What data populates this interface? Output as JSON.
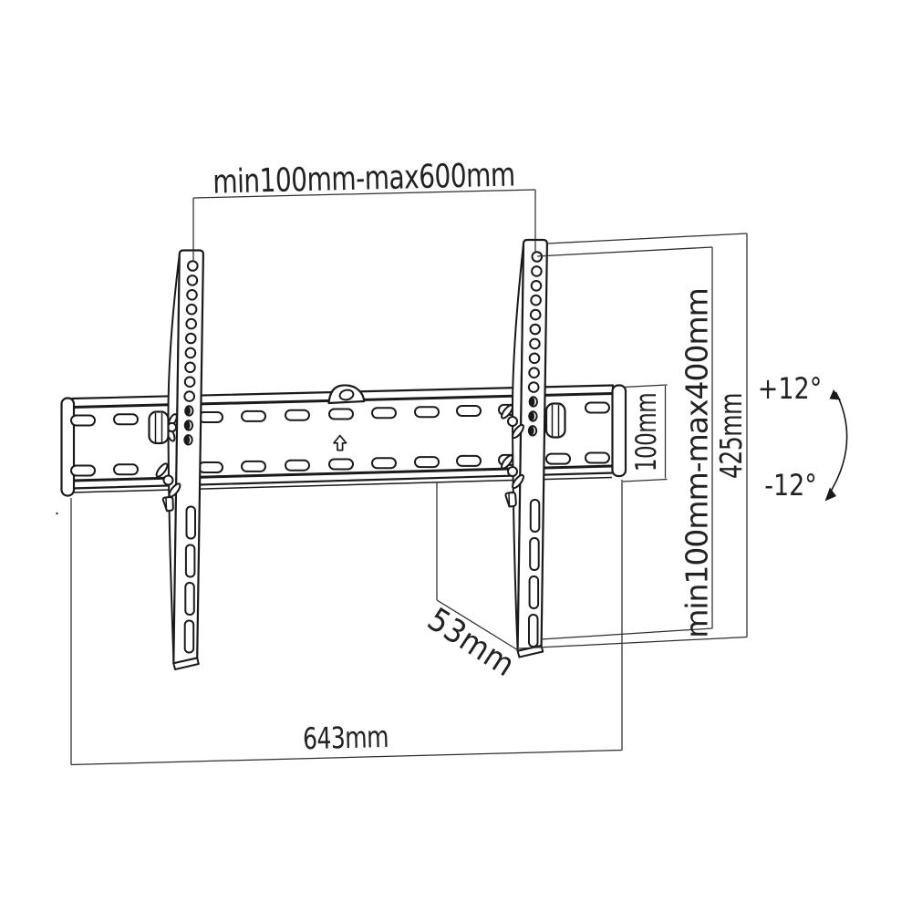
{
  "diagram": {
    "type": "technical-drawing",
    "subject": "Tilting TV wall mount bracket dimension diagram",
    "background_color": "#ffffff",
    "line_color": "#1a1a1a",
    "dimension_line_color": "#2f2f2f",
    "text_color": "#222222",
    "labels": {
      "top_width": "min100mm-max600mm",
      "vesa_height": "100mm",
      "vesa_range_vertical": "min100mm-max400mm",
      "bracket_height": "425mm",
      "tilt_up": "+12°",
      "tilt_down": "-12°",
      "depth": "53mm",
      "total_width": "643mm"
    }
  }
}
